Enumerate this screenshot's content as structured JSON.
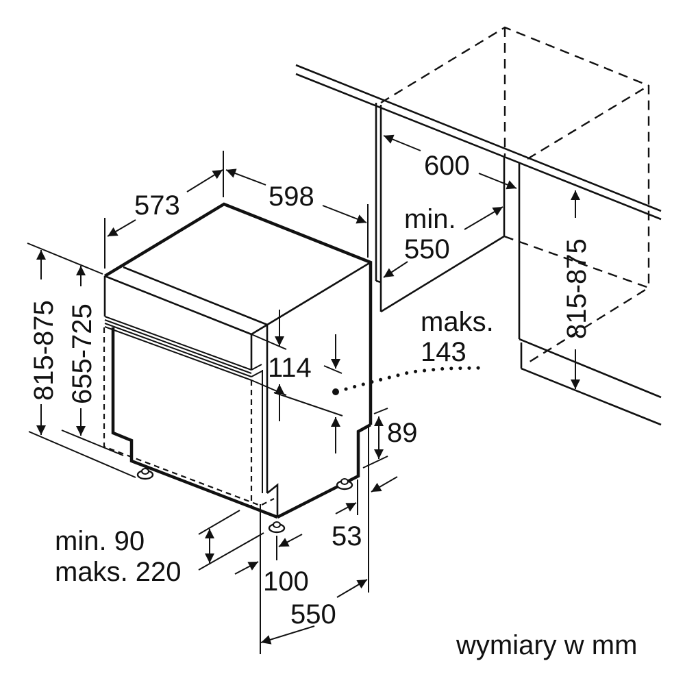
{
  "title": "Dishwasher installation dimensions",
  "unit_note": "wymiary w mm",
  "colors": {
    "line": "#111111",
    "background": "#ffffff"
  },
  "dimensions": {
    "depth_appliance": "573",
    "width_appliance": "598",
    "niche_width": "600",
    "niche_depth_min_label": "min.",
    "niche_depth_min_value": "550",
    "niche_height_right": "815-875",
    "height_total_left": "815-875",
    "height_panel_left": "655-725",
    "panel_gap": "114",
    "maks_label": "maks.",
    "maks_value": "143",
    "plinth_height": "89",
    "plinth_setback": "53",
    "foot_offset": "100",
    "depth_bottom": "550",
    "plinth_min": "min. 90",
    "plinth_max": "maks. 220"
  }
}
